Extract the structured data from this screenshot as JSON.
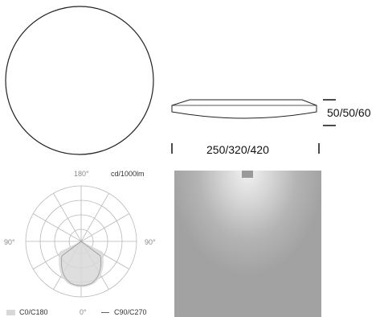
{
  "dimensions": {
    "height_label": "50/50/60",
    "width_label": "250/320/420"
  },
  "polar": {
    "label_top": "180°",
    "label_bottom": "0°",
    "label_left": "90°",
    "label_right": "90°",
    "unit": "cd/1000lm"
  },
  "legend": {
    "c0_label": "C0/C180",
    "c90_label": "C90/C270"
  },
  "colors": {
    "c0_fill": "#d8d8d8",
    "grid": "#b8b8b8",
    "outline": "#333333"
  }
}
